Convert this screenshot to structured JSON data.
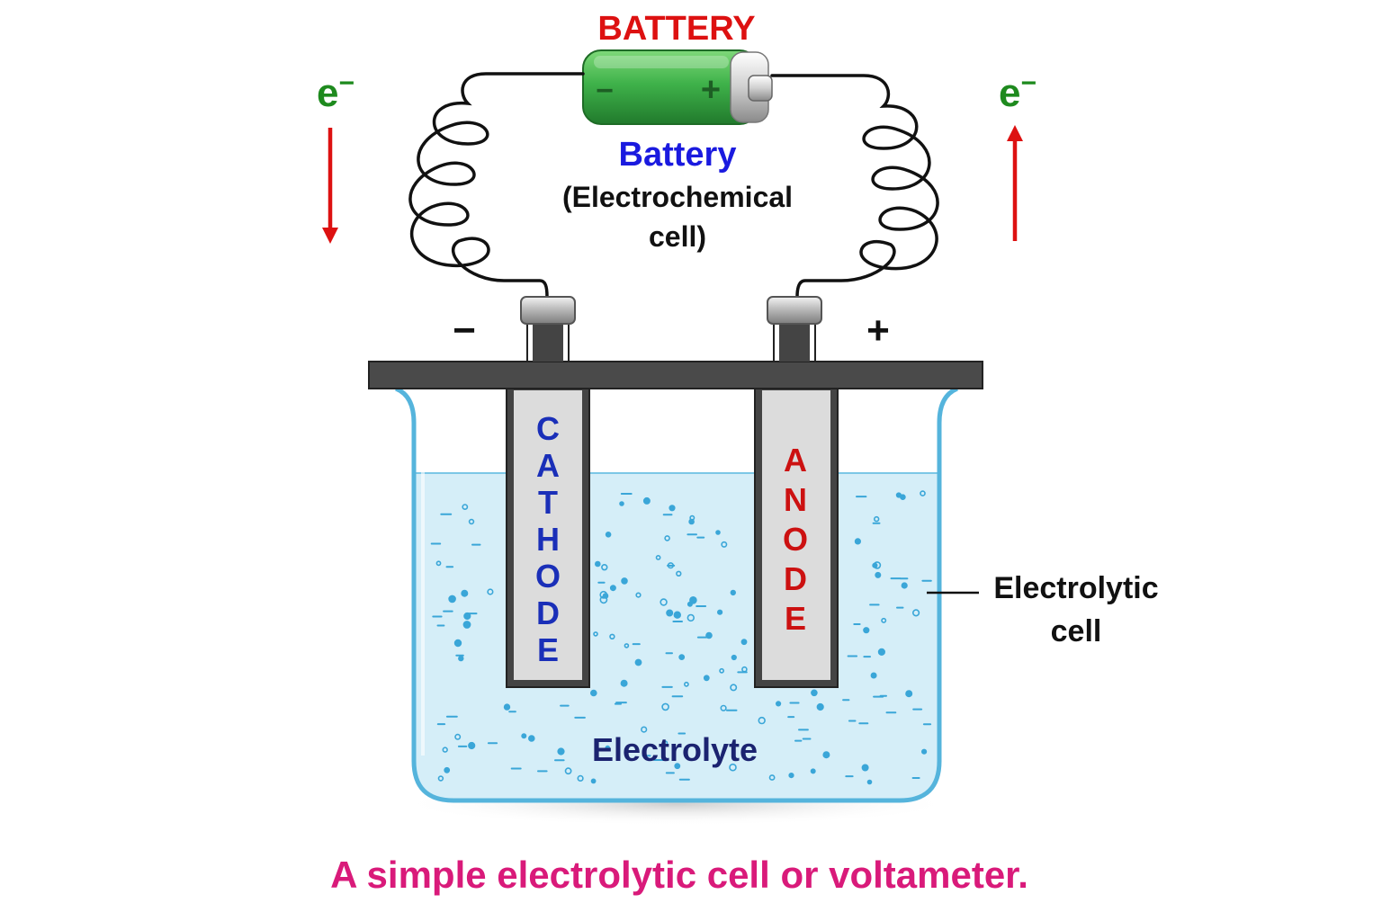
{
  "labels": {
    "battery_heading": "BATTERY",
    "battery_name": "Battery",
    "battery_desc_line1": "(Electrochemical",
    "battery_desc_line2": "cell)",
    "battery_minus": "−",
    "battery_plus": "+",
    "electron_left": "e",
    "electron_right": "e",
    "electron_sup": "−",
    "terminal_negative": "−",
    "terminal_positive": "+",
    "cathode": [
      "C",
      "A",
      "T",
      "H",
      "O",
      "D",
      "E"
    ],
    "anode": [
      "A",
      "N",
      "O",
      "D",
      "E"
    ],
    "electrolyte": "Electrolyte",
    "cell_label_line1": "Electrolytic",
    "cell_label_line2": "cell",
    "caption": "A simple electrolytic cell or voltameter."
  },
  "colors": {
    "heading_red": "#dd1111",
    "battery_blue": "#1a1adf",
    "electron_green": "#1e8a1e",
    "arrow_red": "#dd1111",
    "cathode_text": "#1a2fb8",
    "anode_text": "#cc1111",
    "electrolyte_text": "#1b2370",
    "caption_pink": "#d91a7a",
    "battery_green": "#3fb24a",
    "electrolyte_fill": "#d5eef8",
    "beaker_stroke": "#55b4dc",
    "lid_gray": "#4a4a4a",
    "electrode_fill": "#dcdcdc",
    "wire": "#111111"
  },
  "icons": {
    "battery": "battery-icon",
    "arrow_down": "arrow-down-icon",
    "arrow_up": "arrow-up-icon"
  }
}
